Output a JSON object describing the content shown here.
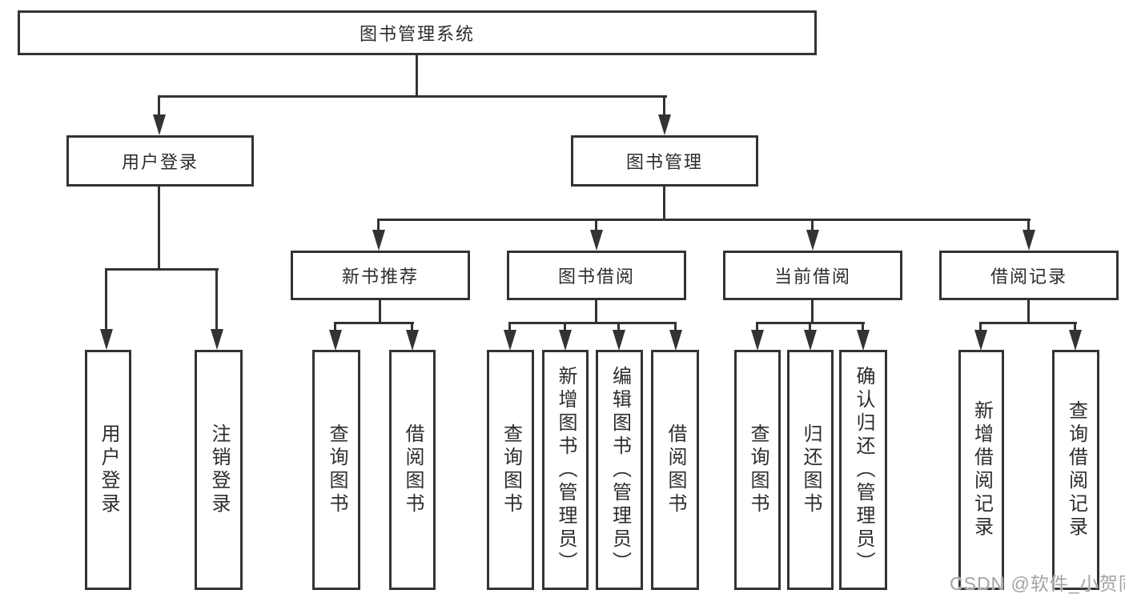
{
  "diagram": {
    "title": "图书管理系统",
    "nodes": {
      "user_login_branch": {
        "label": "用户登录",
        "parent": "图书管理系统"
      },
      "book_mgmt": {
        "label": "图书管理",
        "parent": "图书管理系统"
      },
      "user_login_leaf": {
        "label": "用户登录",
        "parent": "用户登录"
      },
      "logout_leaf": {
        "label": "注销登录",
        "parent": "用户登录"
      },
      "new_books": {
        "label": "新书推荐",
        "parent": "图书管理"
      },
      "book_borrow": {
        "label": "图书借阅",
        "parent": "图书管理"
      },
      "current_borrow": {
        "label": "当前借阅",
        "parent": "图书管理"
      },
      "borrow_records": {
        "label": "借阅记录",
        "parent": "图书管理"
      },
      "nb_query_books": {
        "label": "查询图书",
        "parent": "新书推荐"
      },
      "nb_borrow_books": {
        "label": "借阅图书",
        "parent": "新书推荐"
      },
      "bb_query_books": {
        "label": "查询图书",
        "parent": "图书借阅"
      },
      "bb_add_books": {
        "label": "新增图书（管理员）",
        "parent": "图书借阅"
      },
      "bb_edit_books": {
        "label": "编辑图书（管理员）",
        "parent": "图书借阅"
      },
      "bb_borrow_books": {
        "label": "借阅图书",
        "parent": "图书借阅"
      },
      "cb_query_books": {
        "label": "查询图书",
        "parent": "当前借阅"
      },
      "cb_return_books": {
        "label": "归还图书",
        "parent": "当前借阅"
      },
      "cb_confirm_return": {
        "label": "确认归还（管理员）",
        "parent": "当前借阅"
      },
      "br_add_record": {
        "label": "新增借阅记录",
        "parent": "借阅记录"
      },
      "br_query_record": {
        "label": "查询借阅记录",
        "parent": "借阅记录"
      }
    }
  },
  "watermark": {
    "text": "CSDN @软件_小贺同学"
  },
  "colors": {
    "background": "#ffffff",
    "line": "#333333",
    "box_border": "#333333",
    "text": "#2d2d2d",
    "watermark": "#a3a3a3"
  }
}
